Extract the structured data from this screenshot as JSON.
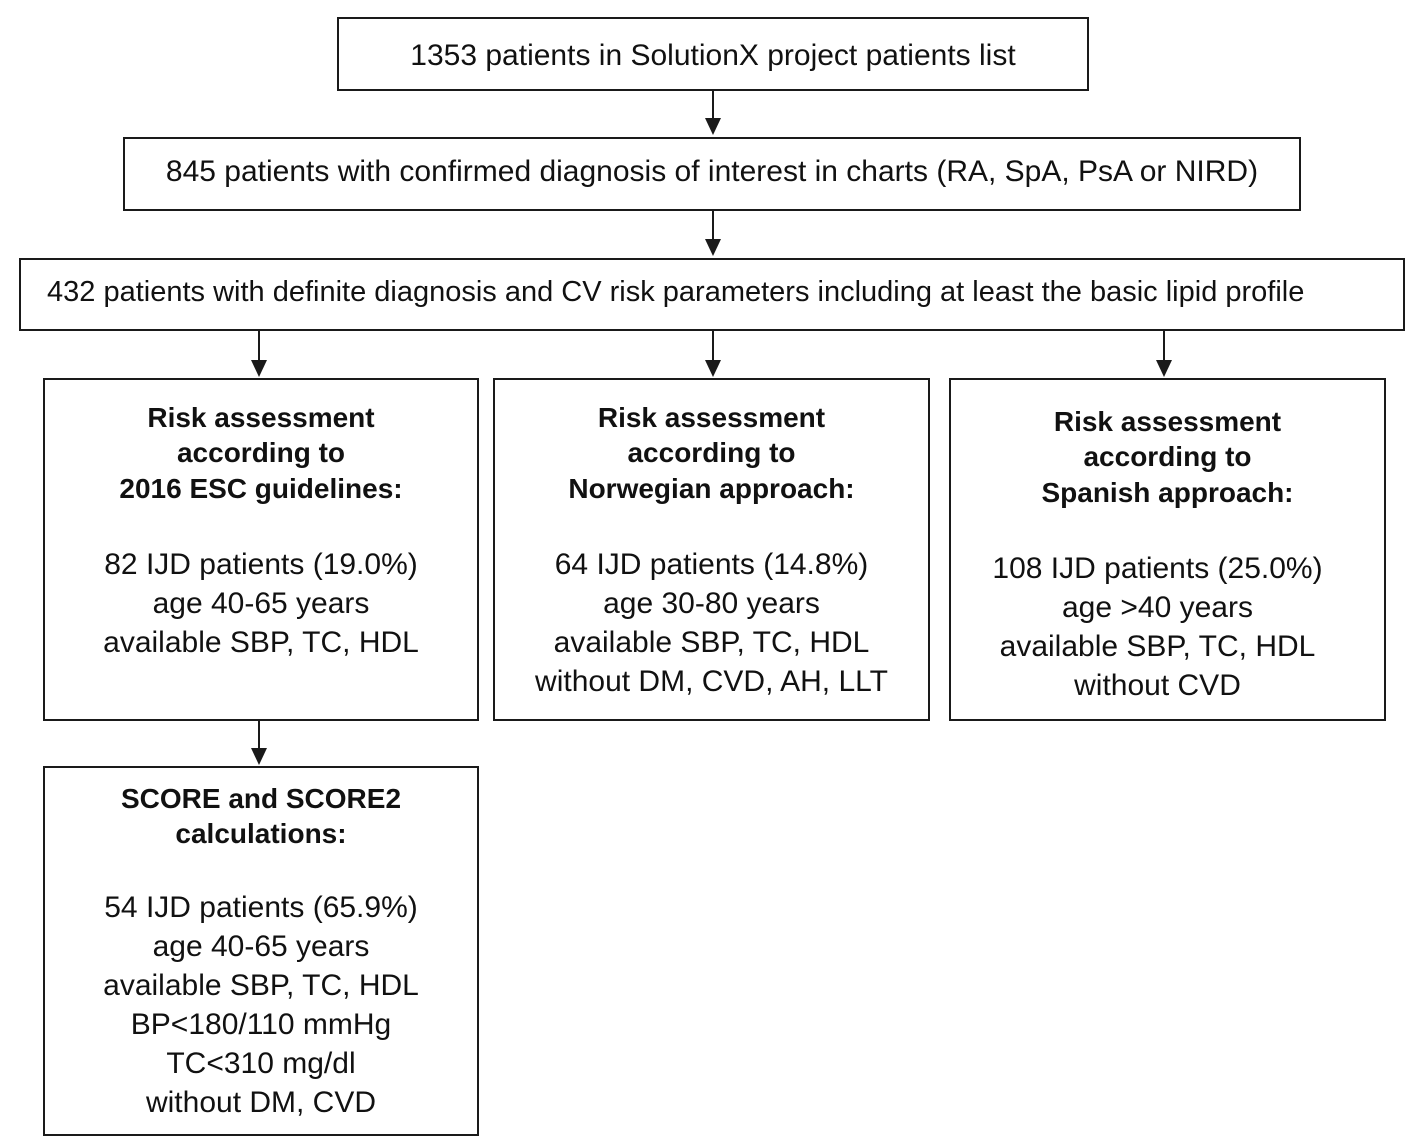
{
  "diagram": {
    "top": {
      "text": "1353 patients in SolutionX project patients list"
    },
    "confirmed": {
      "text": "845 patients with confirmed diagnosis of interest in charts (RA, SpA, PsA or NIRD)"
    },
    "definite": {
      "text": "432 patients with definite diagnosis and CV risk parameters including at least the basic lipid profile"
    },
    "esc": {
      "heading": [
        "Risk assessment",
        "according to",
        "2016 ESC guidelines:"
      ],
      "lines": [
        "82 IJD patients (19.0%)",
        "age 40-65 years",
        "available SBP, TC, HDL"
      ]
    },
    "norwegian": {
      "heading": [
        "Risk assessment",
        "according to",
        "Norwegian approach:"
      ],
      "lines": [
        "64 IJD patients (14.8%)",
        "age 30-80 years",
        "available SBP, TC, HDL",
        "without DM, CVD, AH, LLT"
      ]
    },
    "spanish": {
      "heading": [
        "Risk assessment",
        "according to",
        "Spanish approach:"
      ],
      "lines": [
        "108 IJD patients (25.0%)",
        "age >40 years",
        "available SBP, TC, HDL",
        "without CVD"
      ]
    },
    "score": {
      "heading": [
        "SCORE and SCORE2",
        "calculations:"
      ],
      "lines": [
        "54 IJD patients (65.9%)",
        "age 40-65 years",
        "available SBP, TC, HDL",
        "BP<180/110 mmHg",
        "TC<310 mg/dl",
        "without DM, CVD"
      ]
    }
  }
}
